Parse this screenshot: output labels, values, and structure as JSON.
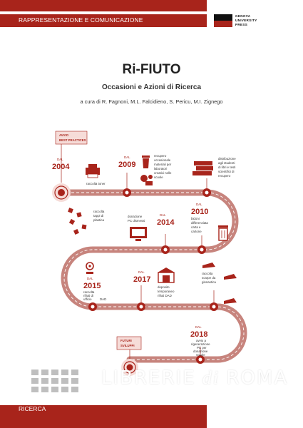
{
  "header": {
    "series_label": "RAPPRESENTAZIONE E COMUNICAZIONE",
    "publisher": [
      "GENOVA",
      "UNIVERSITY",
      "PRESS"
    ]
  },
  "book": {
    "title": "Ri-FIUTO",
    "subtitle": "Occasioni e Azioni di Ricerca",
    "editors": "a cura di R. Fagnoni, M.L. Falcidieno, S. Pericu, M.I. Zignego"
  },
  "infographic": {
    "start_tag": [
      "AVVIO",
      "BEST PRACTICES"
    ],
    "end_tag": [
      "FUTURI",
      "SVILUPPI"
    ],
    "dal": "DAL",
    "milestones": [
      {
        "year": "2004",
        "text": [
          "raccolta toner"
        ]
      },
      {
        "year": "2009",
        "text": [
          "recupero",
          "occasionale",
          "materiali per",
          "laboratori",
          "creativi nelle",
          "scuole"
        ]
      },
      {
        "year": "",
        "text": [
          "distribuzione",
          "agli studenti",
          "di libri e testi",
          "scientifici di",
          "recupero"
        ]
      },
      {
        "year": "",
        "text": [
          "raccolta",
          "tappi di",
          "plastica"
        ]
      },
      {
        "year": "2014",
        "text": [
          "donazione",
          "PC dismessi"
        ]
      },
      {
        "year": "2010",
        "text": [
          "bidoni",
          "differenziata",
          "carta e",
          "cartone"
        ]
      },
      {
        "year": "2015",
        "text": [
          "raccolta",
          "rifiuti di",
          "ufficio",
          "DAD"
        ]
      },
      {
        "year": "2017",
        "text": [
          "deposito",
          "temporaneo",
          "rifiuti DAD"
        ]
      },
      {
        "year": "",
        "text": [
          "raccolta",
          "scarpe da",
          "ginnastica"
        ]
      },
      {
        "year": "2018",
        "text": [
          "avvio a",
          "rigenerazione",
          "PC per",
          "donazione",
          "scuole"
        ]
      }
    ]
  },
  "footer": {
    "collana_label": "RICERCA"
  },
  "watermark": {
    "first": "LIBRERIE",
    "di": "di",
    "last": "ROMA"
  },
  "colors": {
    "accent": "#a8241b",
    "road": "#c7847d",
    "text": "#333333"
  }
}
